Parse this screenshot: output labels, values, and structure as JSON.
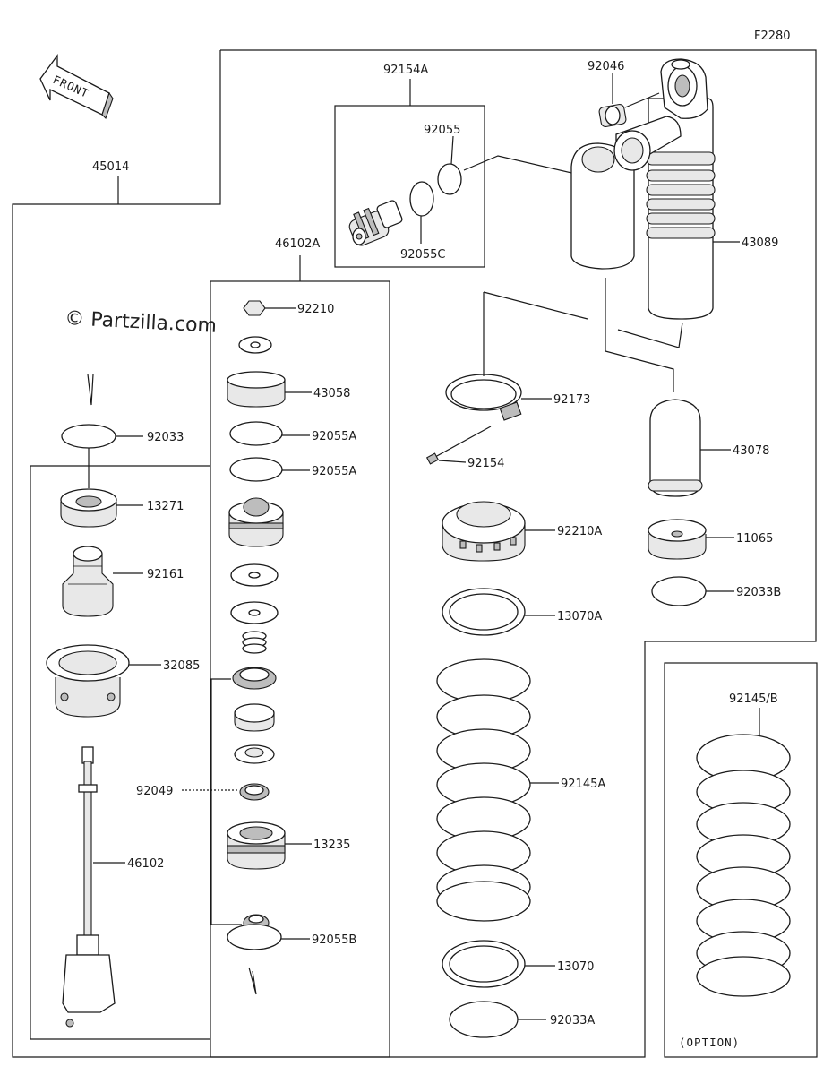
{
  "figure_code": "F2280",
  "front_label": "FRONT",
  "watermark": "© Partzilla.com",
  "option_label": "(OPTION)",
  "labels": {
    "p45014": "45014",
    "p92154A": "92154A",
    "p92055": "92055",
    "p92055C": "92055C",
    "p92046": "92046",
    "p43089": "43089",
    "p46102A": "46102A",
    "p92210": "92210",
    "p43058": "43058",
    "p92055A_1": "92055A",
    "p92055A_2": "92055A",
    "p92033": "92033",
    "p13271": "13271",
    "p92161": "92161",
    "p32085": "32085",
    "p92049": "92049",
    "p13235": "13235",
    "p46102": "46102",
    "p92055B": "92055B",
    "p92173": "92173",
    "p92154": "92154",
    "p43078": "43078",
    "p11065": "11065",
    "p92033B": "92033B",
    "p92210A": "92210A",
    "p13070A": "13070A",
    "p92145A": "92145A",
    "p13070": "13070",
    "p92033A": "92033A",
    "p92145B": "92145/B"
  }
}
